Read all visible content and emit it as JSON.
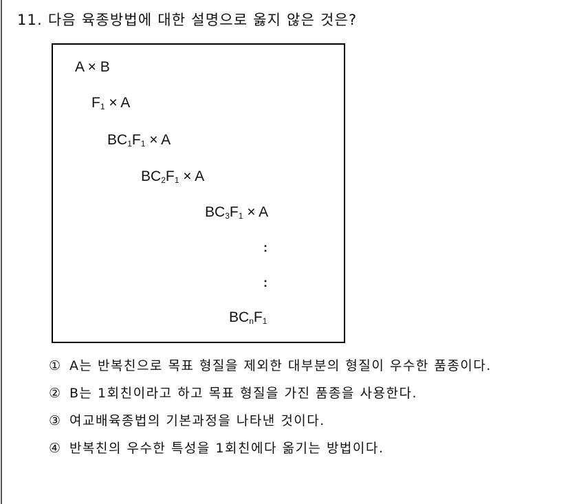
{
  "question": {
    "number": "11.",
    "title": "11. 다음 육종방법에 대한 설명으로 옳지 않은 것은?"
  },
  "diagram": {
    "steps": [
      {
        "prefix": "A × B",
        "sub1": "",
        "mid": "",
        "sub2": "",
        "suffix": ""
      },
      {
        "prefix": "F",
        "sub1": "1",
        "mid": " × A",
        "sub2": "",
        "suffix": ""
      },
      {
        "prefix": "BC",
        "sub1": "1",
        "mid": "F",
        "sub2": "1",
        "suffix": " × A"
      },
      {
        "prefix": "BC",
        "sub1": "2",
        "mid": "F",
        "sub2": "1",
        "suffix": " × A"
      },
      {
        "prefix": "BC",
        "sub1": "3",
        "mid": "F",
        "sub2": "1",
        "suffix": " × A"
      },
      {
        "prefix": "BC",
        "sub1": "n",
        "mid": "F",
        "sub2": "1",
        "suffix": ""
      }
    ],
    "ellipsis": [
      ":",
      ":"
    ]
  },
  "options": [
    {
      "marker": "①",
      "text": "A는 반복친으로 목표 형질을 제외한 대부분의 형질이 우수한 품종이다."
    },
    {
      "marker": "②",
      "text": "B는 1회친이라고 하고 목표 형질을 가진 품종을 사용한다."
    },
    {
      "marker": "③",
      "text": "여교배육종법의 기본과정을 나타낸 것이다."
    },
    {
      "marker": "④",
      "text": "반복친의 우수한 특성을 1회친에다 옮기는 방법이다."
    }
  ]
}
